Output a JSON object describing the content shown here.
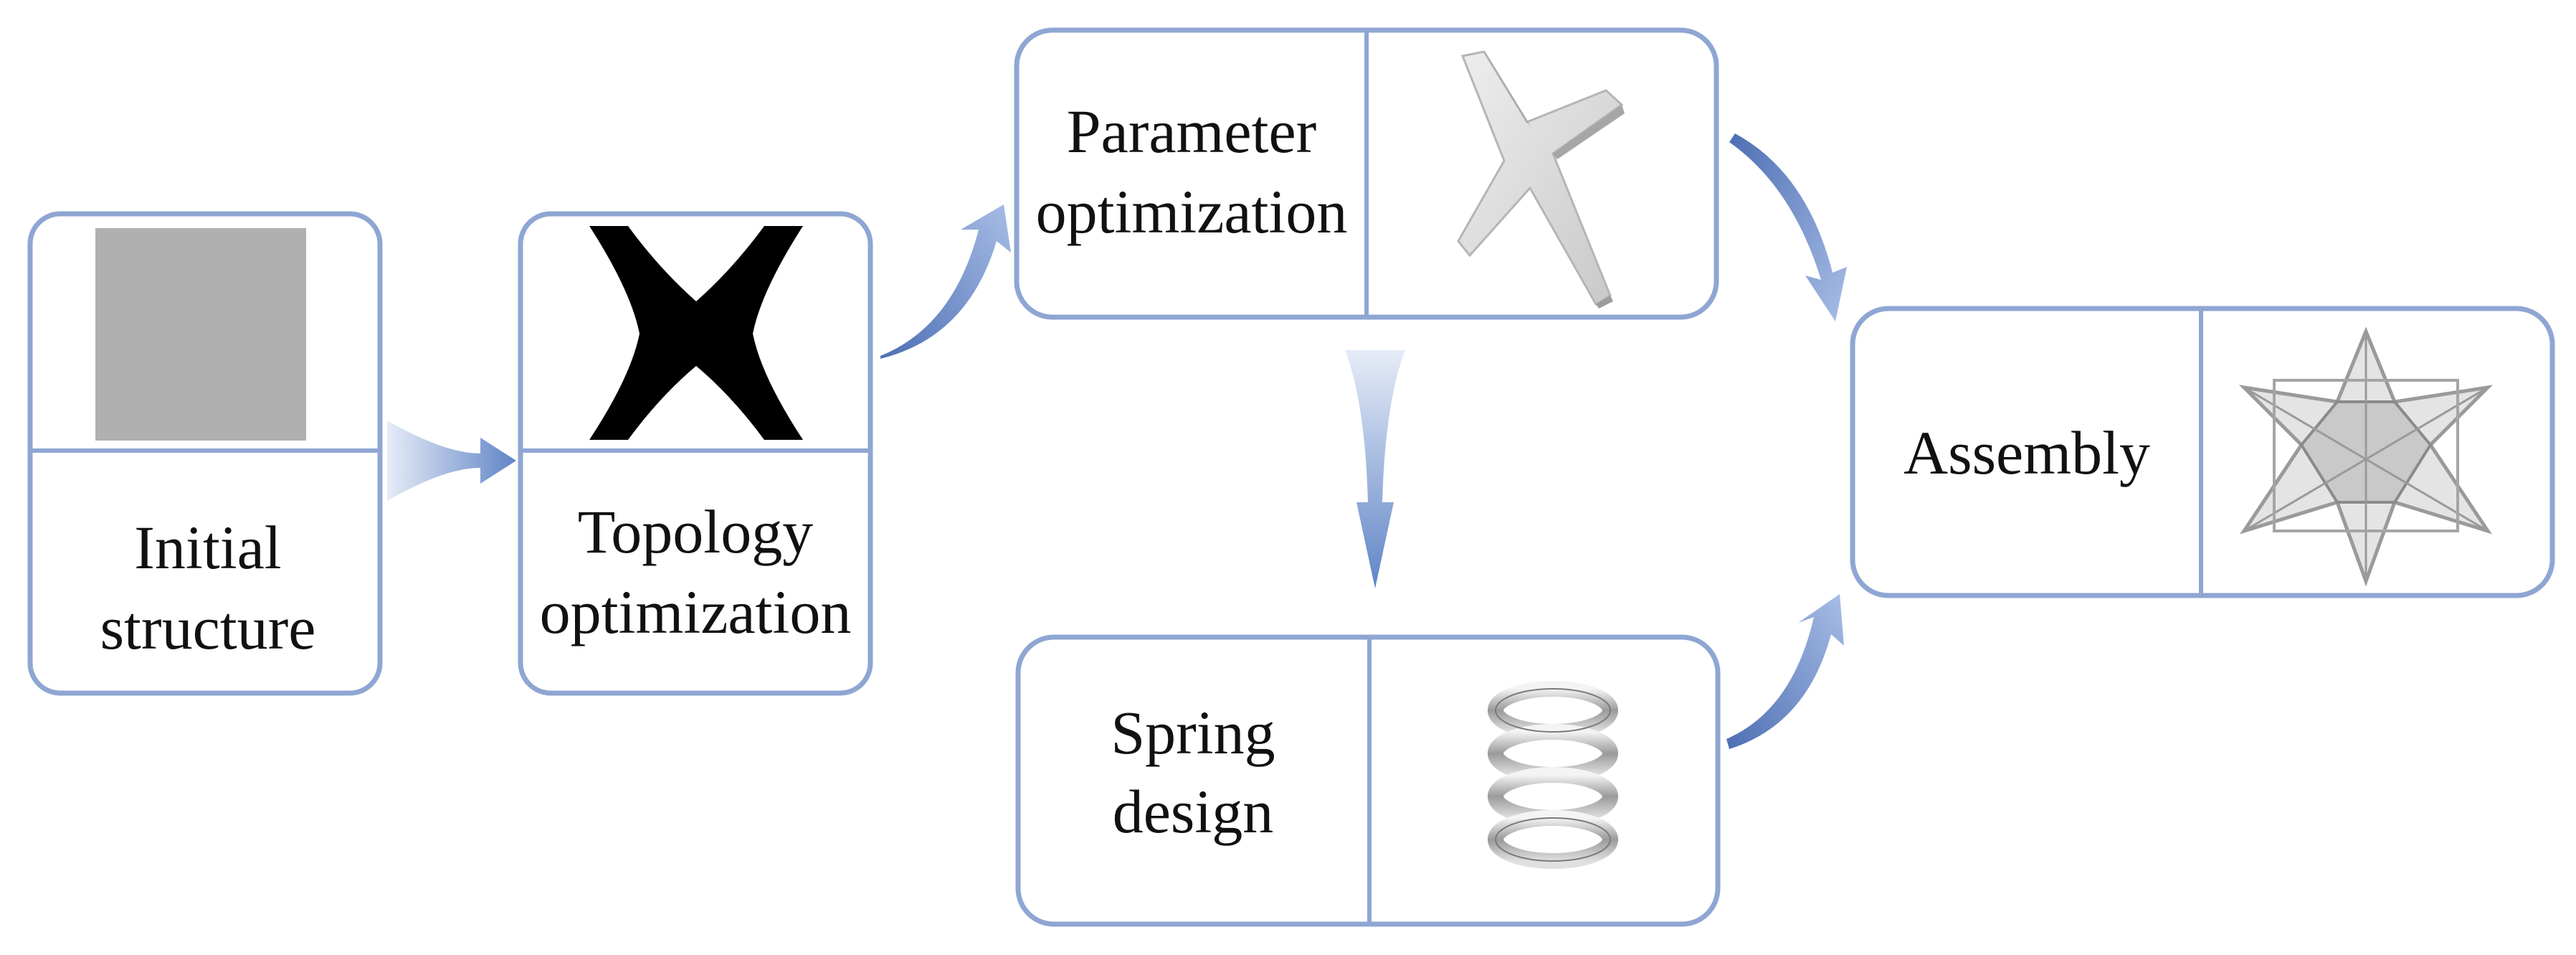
{
  "nodes": {
    "initial": {
      "line1": "Initial",
      "line2": "structure",
      "icon": "gray-square-icon"
    },
    "topology": {
      "line1": "Topology",
      "line2": "optimization",
      "icon": "x-topology-icon"
    },
    "parameter": {
      "line1": "Parameter",
      "line2": "optimization",
      "icon": "x-3d-part-icon"
    },
    "spring": {
      "line1": "Spring",
      "line2": "design",
      "icon": "coil-spring-icon"
    },
    "assembly": {
      "line1": "Assembly",
      "icon": "star-lattice-icon"
    }
  },
  "colors": {
    "border": "#8fa6d3",
    "arrow_light": "#dde6f5",
    "arrow_dark": "#6f8fc9",
    "gray_block": "#b0b0b0",
    "text": "#111111"
  }
}
